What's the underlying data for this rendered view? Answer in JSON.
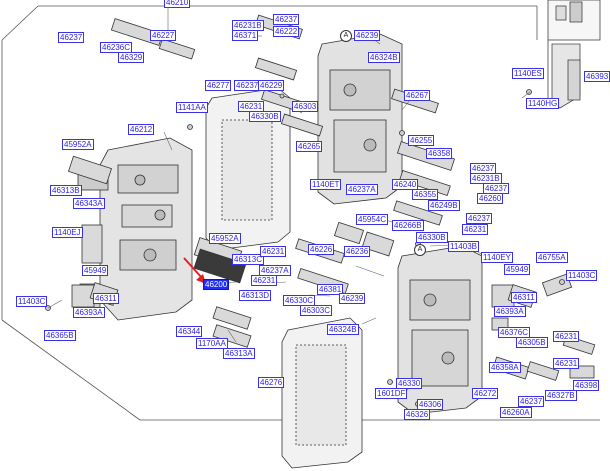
{
  "diagram": {
    "highlight_color": "#1f2bff",
    "label_color": "#2b1ee0",
    "arrow_color": "#e02020",
    "callouts": {
      "top_main": "46210",
      "group_left": "46212",
      "sec_a1": "A",
      "sec_a2": "A"
    },
    "labels": [
      "46237",
      "46236C",
      "46329",
      "46227",
      "46231B",
      "46371",
      "46237",
      "46222",
      "46239",
      "46324B",
      "1141AA",
      "46277",
      "46237",
      "46229",
      "46231",
      "46303",
      "46330B",
      "46265",
      "46267",
      "1140ES",
      "1140HG",
      "45952A",
      "46313B",
      "46343A",
      "46255",
      "46358",
      "46237",
      "46231B",
      "46240",
      "46355",
      "46237",
      "46260",
      "46249B",
      "1140ET",
      "46237A",
      "45954C",
      "46266B",
      "46237",
      "46231",
      "46330B",
      "11403B",
      "1140EJ",
      "45952A",
      "46313C",
      "46231",
      "46226",
      "46236",
      "1140EY",
      "45949",
      "46755A",
      "11403C",
      "45949",
      "46200",
      "46237A",
      "46231",
      "46313D",
      "46381",
      "46239",
      "46311",
      "46311",
      "46393A",
      "46393A",
      "11403C",
      "46330C",
      "46303C",
      "46324B",
      "46344",
      "1170AA",
      "46313A",
      "46376C",
      "46305B",
      "46365B",
      "46276",
      "46358A",
      "46330",
      "46231",
      "46231",
      "1601DF",
      "46306",
      "46272",
      "46237",
      "46327B",
      "46398",
      "46326",
      "46260A",
      "46393"
    ]
  }
}
